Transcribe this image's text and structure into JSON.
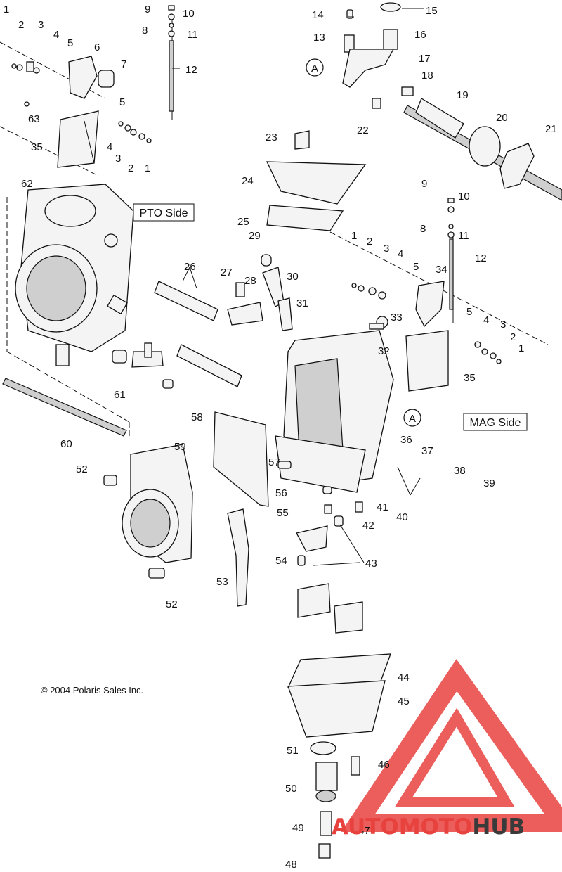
{
  "diagram": {
    "callouts": [
      "1",
      "2",
      "3",
      "4",
      "5",
      "6",
      "7",
      "63",
      "35",
      "5",
      "4",
      "3",
      "2",
      "1",
      "9",
      "10",
      "8",
      "11",
      "12",
      "14",
      "15",
      "13",
      "16",
      "17",
      "18",
      "22",
      "19",
      "20",
      "21",
      "23",
      "24",
      "62",
      "25",
      "26",
      "27",
      "28",
      "29",
      "30",
      "31",
      "9",
      "10",
      "8",
      "11",
      "12",
      "1",
      "2",
      "3",
      "4",
      "5",
      "34",
      "33",
      "32",
      "5",
      "4",
      "3",
      "2",
      "1",
      "35",
      "61",
      "60",
      "58",
      "59",
      "57",
      "56",
      "55",
      "41",
      "42",
      "52",
      "52",
      "53",
      "36",
      "37",
      "38",
      "39",
      "40",
      "54",
      "43",
      "44",
      "45",
      "51",
      "46",
      "50",
      "49",
      "47",
      "48"
    ],
    "labels": {
      "pto_side": "PTO Side",
      "mag_side": "MAG Side",
      "marker_a": "A",
      "copyright": "© 2004 Polaris Sales Inc."
    }
  },
  "watermark": {
    "text_part1": "AUTOMOTO",
    "text_part2": "HUB",
    "color_red": "#e8423f",
    "color_dark": "#3a3a3a"
  }
}
